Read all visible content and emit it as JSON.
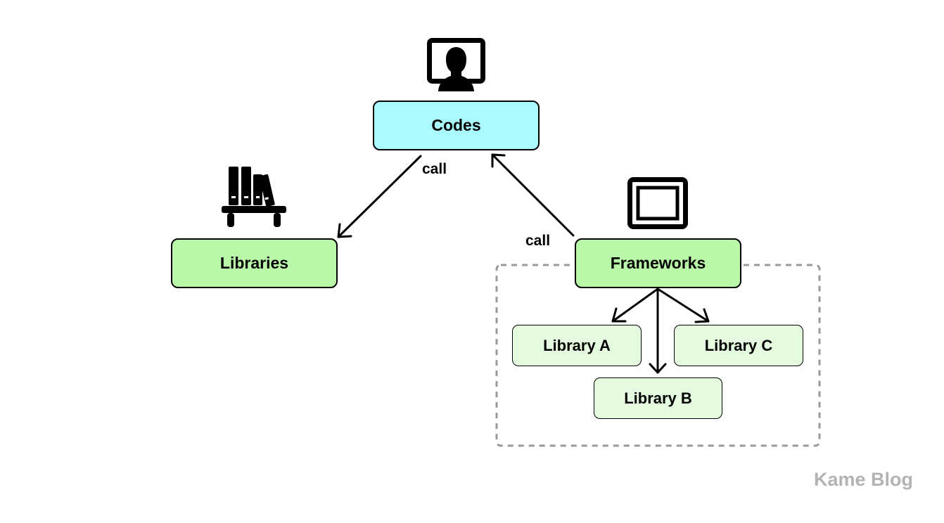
{
  "nodes": {
    "codes": "Codes",
    "libraries": "Libraries",
    "frameworks": "Frameworks",
    "library_a": "Library A",
    "library_b": "Library B",
    "library_c": "Library C"
  },
  "edge_labels": {
    "codes_to_libraries": "call",
    "frameworks_to_codes": "call"
  },
  "icons": {
    "codes": "developer-at-monitor-icon",
    "libraries": "bookshelf-icon",
    "frameworks": "frame-icon"
  },
  "watermark": "Kame Blog",
  "colors": {
    "codes_fill": "#a9fbfe",
    "primary_green": "#b9f8a8",
    "light_green": "#e5fbdf",
    "group_border": "#999999",
    "watermark": "#b3b3b3"
  }
}
